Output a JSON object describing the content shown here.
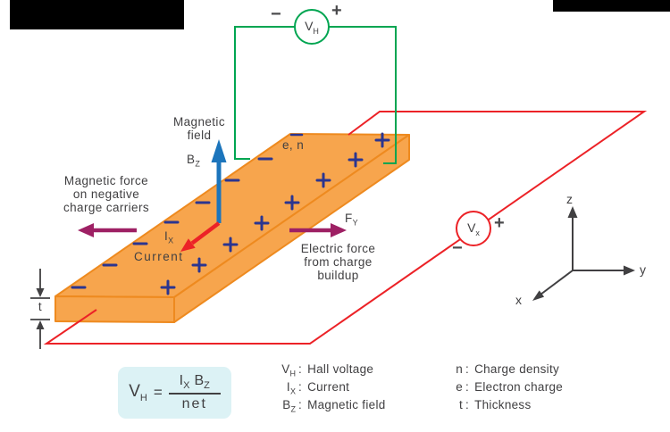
{
  "palette": {
    "slab_fill": "#F7A54D",
    "slab_edge": "#EE8A1F",
    "wire_red": "#EC2227",
    "wire_green": "#00A551",
    "arrow_blue": "#1C75BC",
    "arrow_red": "#EC2227",
    "arrow_purple": "#9E2064",
    "charge_navy": "#2B3590",
    "text_dark": "#414042",
    "formula_bg": "#DCF2F5",
    "black_bar": "#000000"
  },
  "labels": {
    "magnetic_field": "Magnetic\nfield",
    "bz": {
      "base": "B",
      "sub": "Z"
    },
    "magnetic_force": "Magnetic force\non negative\ncharge carriers",
    "ix": {
      "base": "I",
      "sub": "X"
    },
    "current": "Current",
    "fy": {
      "base": "F",
      "sub": "Y"
    },
    "electric_force": "Electric force\nfrom charge\nbuildup",
    "charge_carriers": "e, n",
    "thickness": "t"
  },
  "meters": {
    "hall": {
      "base": "V",
      "sub": "H",
      "plus": "+",
      "minus": "−"
    },
    "longitudinal": {
      "base": "V",
      "sub": "x",
      "plus": "+",
      "minus": "−"
    }
  },
  "axes": {
    "x": "x",
    "y": "y",
    "z": "z"
  },
  "formula": {
    "lhs_base": "V",
    "lhs_sub": "H",
    "equals": "=",
    "num_term1_base": "I",
    "num_term1_sub": "X",
    "num_term2_base": "B",
    "num_term2_sub": "Z",
    "denominator": "net"
  },
  "legend": {
    "colon": ":",
    "col1": [
      {
        "base": "V",
        "sub": "H",
        "desc": "Hall voltage"
      },
      {
        "base": "I",
        "sub": "X",
        "desc": "Current"
      },
      {
        "base": "B",
        "sub": "Z",
        "desc": "Magnetic field"
      }
    ],
    "col2": [
      {
        "base": "n",
        "sub": "",
        "desc": "Charge density"
      },
      {
        "base": "e",
        "sub": "",
        "desc": "Electron charge"
      },
      {
        "base": "t",
        "sub": "",
        "desc": "Thickness"
      }
    ]
  }
}
